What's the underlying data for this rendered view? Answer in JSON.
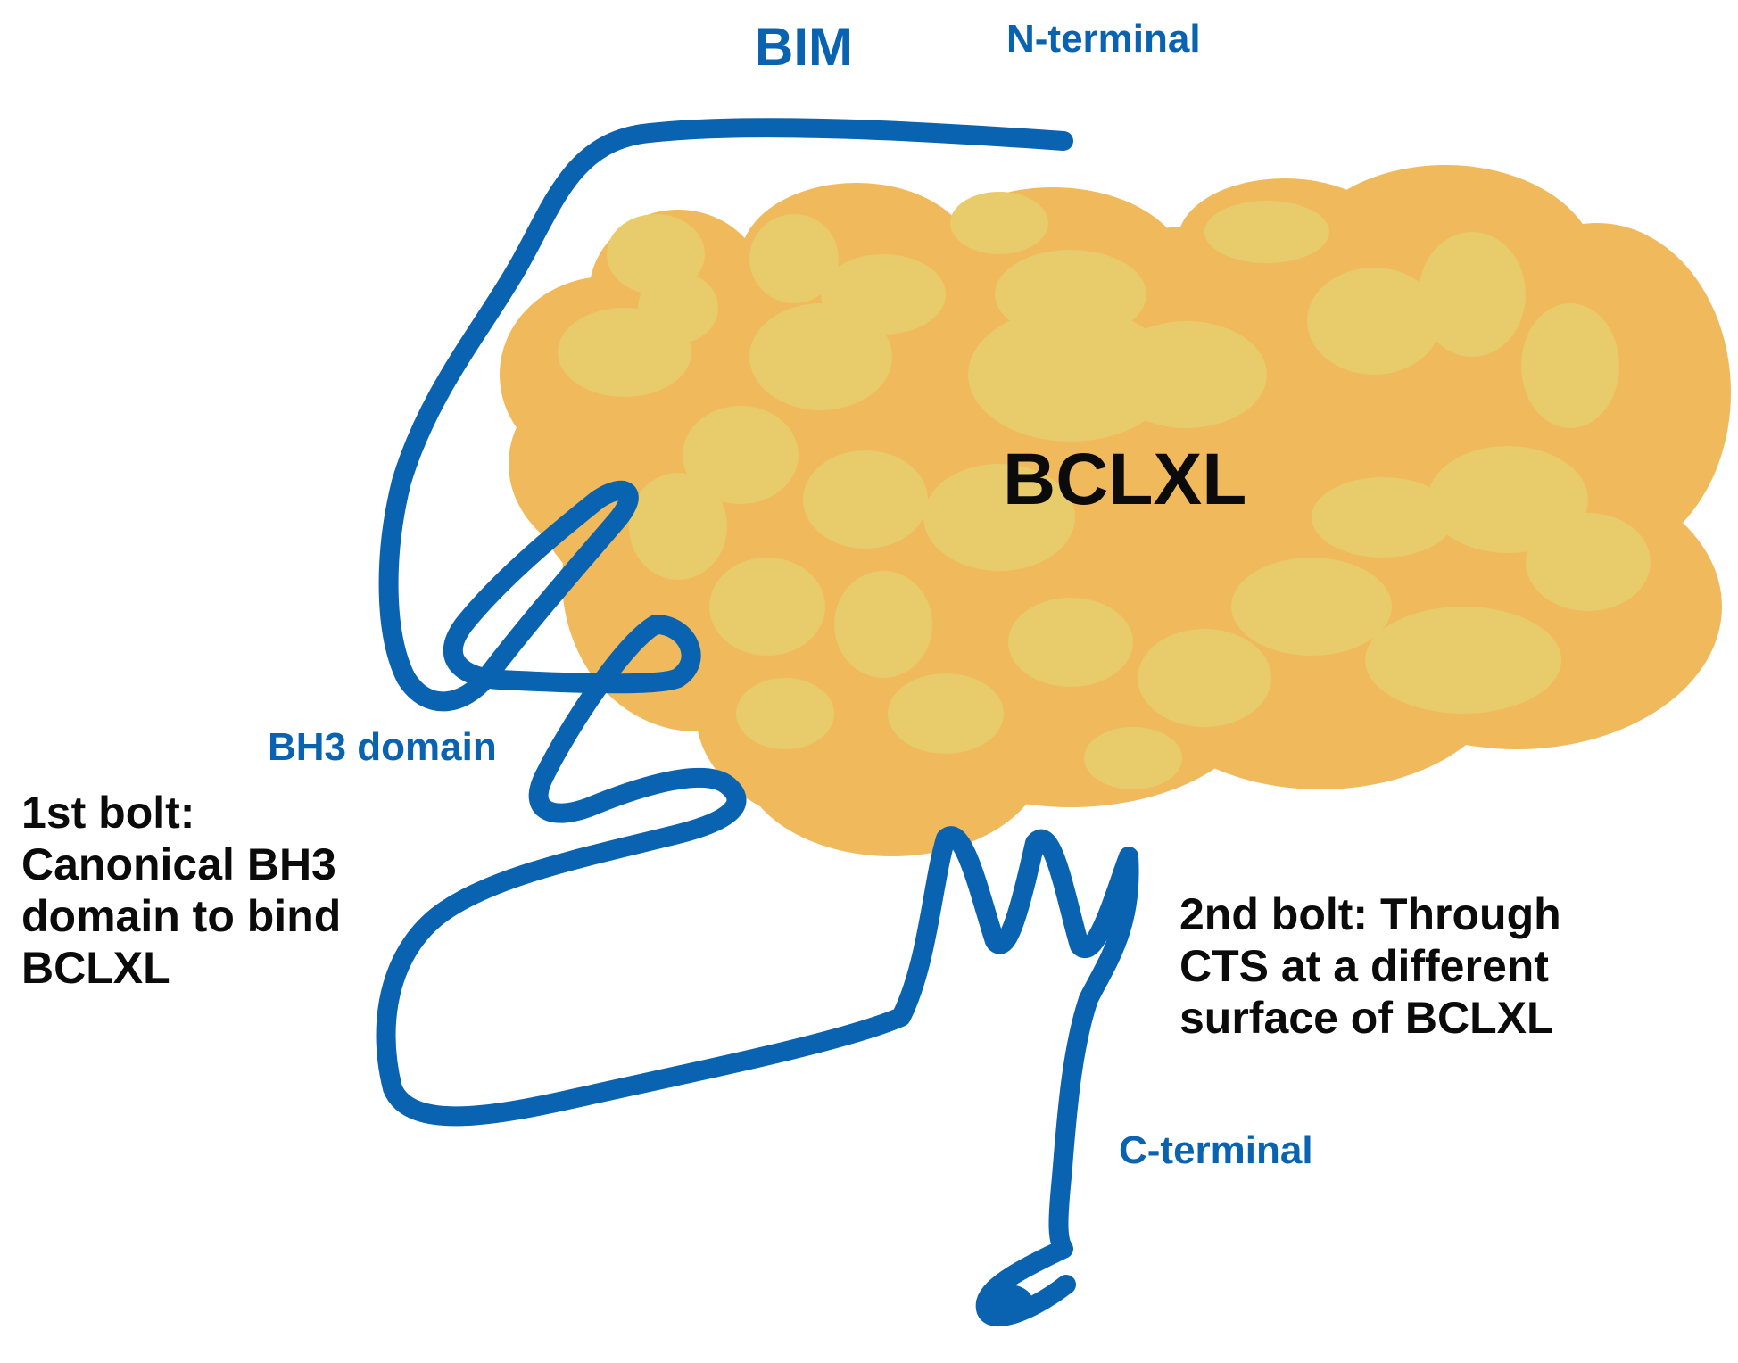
{
  "colors": {
    "bim_blue": "#0a63b0",
    "bclxl_outer": "#f0b95b",
    "bclxl_inner": "#e8cb6a",
    "text_black": "#0b0b0b"
  },
  "labels": {
    "bim": "BIM",
    "n_terminal": "N-terminal",
    "bclxl": "BCLXL",
    "bh3_domain": "BH3 domain",
    "c_terminal": "C-terminal"
  },
  "first_bolt": {
    "lines": [
      "1st bolt:",
      "Canonical BH3",
      "domain to bind",
      "BCLXL"
    ]
  },
  "second_bolt": {
    "lines": [
      "2nd bolt: Through",
      "CTS at a different",
      "surface of BCLXL"
    ]
  }
}
